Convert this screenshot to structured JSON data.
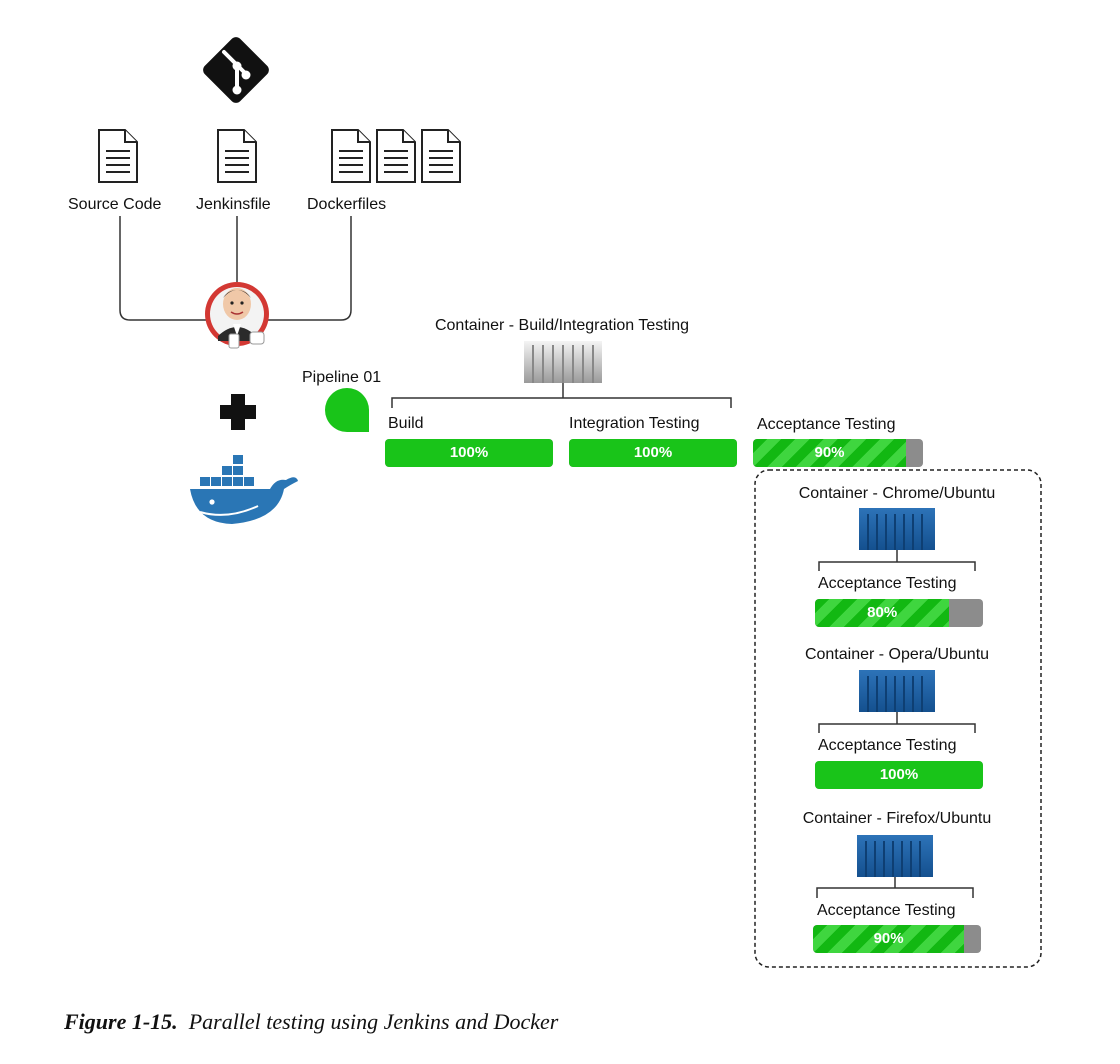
{
  "sources": {
    "source_code": "Source Code",
    "jenkinsfile": "Jenkinsfile",
    "dockerfiles": "Dockerfiles"
  },
  "pipeline": {
    "label": "Pipeline 01",
    "container_label": "Container - Build/Integration Testing",
    "stages": [
      {
        "name": "Build",
        "percent": 100,
        "percent_label": "100%"
      },
      {
        "name": "Integration Testing",
        "percent": 100,
        "percent_label": "100%"
      },
      {
        "name": "Acceptance Testing",
        "percent": 90,
        "percent_label": "90%"
      }
    ]
  },
  "parallel": [
    {
      "container": "Container - Chrome/Ubuntu",
      "stage": "Acceptance Testing",
      "percent": 80,
      "percent_label": "80%"
    },
    {
      "container": "Container - Opera/Ubuntu",
      "stage": "Acceptance Testing",
      "percent": 100,
      "percent_label": "100%"
    },
    {
      "container": "Container - Firefox/Ubuntu",
      "stage": "Acceptance Testing",
      "percent": 90,
      "percent_label": "90%"
    }
  ],
  "caption": {
    "number": "Figure 1-15.",
    "text": "Parallel testing using Jenkins and Docker"
  },
  "colors": {
    "progress_green": "#19c419",
    "progress_track": "#8c8c8c",
    "container_blue": "#1f64a8",
    "docker_blue": "#2a76b5",
    "jenkins_red": "#d33833"
  },
  "icons": [
    "git-icon",
    "document-icon",
    "jenkins-logo",
    "plus-icon",
    "docker-logo",
    "pipeline-status-icon",
    "container-icon"
  ]
}
